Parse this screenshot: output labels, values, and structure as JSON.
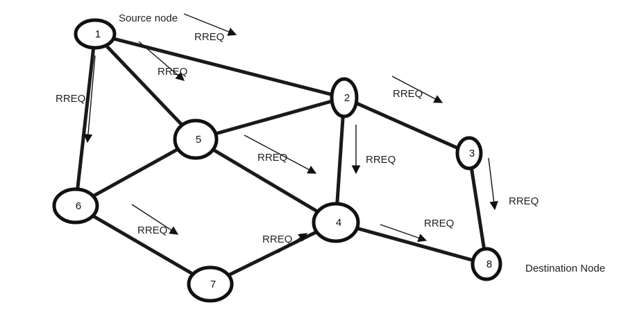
{
  "title_labels": {
    "source": "Source node",
    "destination": "Destination Node"
  },
  "packet_label": "RREQ",
  "nodes": [
    {
      "id": "1",
      "label": "1"
    },
    {
      "id": "2",
      "label": "2"
    },
    {
      "id": "3",
      "label": "3"
    },
    {
      "id": "4",
      "label": "4"
    },
    {
      "id": "5",
      "label": "5"
    },
    {
      "id": "6",
      "label": "6"
    },
    {
      "id": "7",
      "label": "7"
    },
    {
      "id": "8",
      "label": "8"
    }
  ],
  "edges": [
    [
      "1",
      "2"
    ],
    [
      "1",
      "5"
    ],
    [
      "1",
      "6"
    ],
    [
      "2",
      "5"
    ],
    [
      "2",
      "3"
    ],
    [
      "2",
      "4"
    ],
    [
      "5",
      "6"
    ],
    [
      "5",
      "4"
    ],
    [
      "6",
      "7"
    ],
    [
      "7",
      "4"
    ],
    [
      "4",
      "8"
    ],
    [
      "3",
      "8"
    ]
  ],
  "rreq_arrows": [
    {
      "from": "1",
      "to": "2",
      "label": "RREQ"
    },
    {
      "from": "1",
      "to": "5",
      "label": "RREQ"
    },
    {
      "from": "1",
      "to": "6",
      "label": "RREQ"
    },
    {
      "from": "5",
      "to": "4",
      "label": "RREQ"
    },
    {
      "from": "2",
      "to": "3",
      "label": "RREQ"
    },
    {
      "from": "2",
      "to": "4",
      "label": "RREQ"
    },
    {
      "from": "3",
      "to": "8",
      "label": "RREQ"
    },
    {
      "from": "6",
      "to": "7",
      "label": "RREQ"
    },
    {
      "from": "7",
      "to": "4",
      "label": "RREQ"
    },
    {
      "from": "4",
      "to": "8",
      "label": "RREQ"
    }
  ]
}
